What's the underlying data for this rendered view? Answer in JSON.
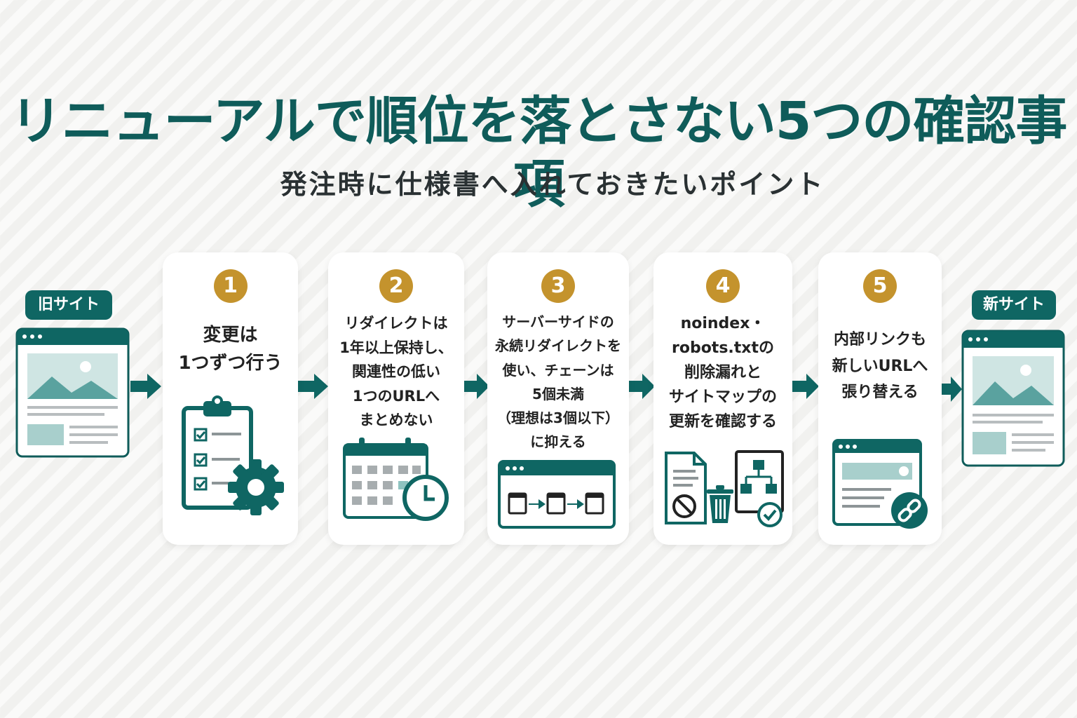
{
  "header": {
    "title": "リニューアルで順位を落とさない5つの確認事項",
    "subtitle": "発注時に仕様書へ入れておきたいポイント"
  },
  "old_site": {
    "label": "旧サイト"
  },
  "new_site": {
    "label": "新サイト"
  },
  "steps": [
    {
      "number": "1",
      "text": "変更は\n1つずつ行う",
      "icon": "clipboard-gear-icon"
    },
    {
      "number": "2",
      "text": "リダイレクトは\n1年以上保持し、\n関連性の低い\n1つのURLへ\nまとめない",
      "icon": "calendar-clock-icon"
    },
    {
      "number": "3",
      "text": "サーバーサイドの\n永続リダイレクトを\n使い、チェーンは\n5個未満\n（理想は3個以下）\nに抑える",
      "icon": "redirect-chain-window-icon"
    },
    {
      "number": "4",
      "text": "noindex・\nrobots.txtの\n削除漏れと\nサイトマップの\n更新を確認する",
      "icon": "document-trash-sitemap-icon"
    },
    {
      "number": "5",
      "text": "内部リンクも\n新しいURLへ\n張り替える",
      "icon": "browser-link-icon"
    }
  ],
  "colors": {
    "teal": "#0f6663",
    "gold": "#c4932d",
    "light_teal": "#8fc3c0"
  }
}
